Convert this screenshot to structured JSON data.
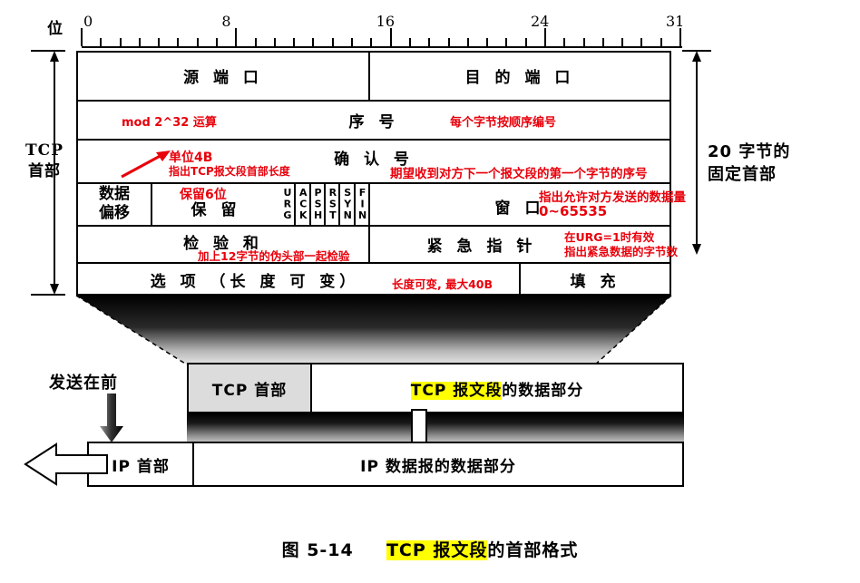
{
  "bit_ruler": {
    "label": "位",
    "ticks": [
      0,
      8,
      16,
      24,
      31
    ]
  },
  "left_bracket": {
    "line1": "TCP",
    "line2": "首部"
  },
  "right_bracket": {
    "line1": "20 字节的",
    "line2": "固定首部"
  },
  "header_rows": [
    {
      "name": "ports",
      "cells": [
        {
          "label": "源 端 口"
        },
        {
          "label": "目 的 端 口"
        }
      ]
    },
    {
      "name": "sequence",
      "cells": [
        {
          "label": "序  号"
        }
      ],
      "annotations": [
        {
          "text": "mod 2^32 运算"
        },
        {
          "text": "每个字节按顺序编号"
        }
      ]
    },
    {
      "name": "acknowledgement",
      "cells": [
        {
          "label": "确  认  号"
        }
      ],
      "annotations": [
        {
          "text": "单位4B"
        },
        {
          "text": "指出TCP报文段首部长度"
        },
        {
          "text": "期望收到对方下一个报文段的第一个字节的序号"
        }
      ]
    },
    {
      "name": "offset-flags-window",
      "cells": [
        {
          "label": "数据\n偏移"
        },
        {
          "label": "保  留"
        },
        {
          "label": "窗  口"
        }
      ],
      "flags": [
        "URG",
        "ACK",
        "PSH",
        "RST",
        "SYN",
        "FIN"
      ],
      "annotations": [
        {
          "text": "保留6位"
        },
        {
          "text": "指出允许对方发送的数据量"
        },
        {
          "text": "0~65535"
        }
      ]
    },
    {
      "name": "checksum-urgent",
      "cells": [
        {
          "label": "检  验  和"
        },
        {
          "label": "紧  急  指  针"
        }
      ],
      "annotations": [
        {
          "text": "加上12字节的伪头部一起检验"
        },
        {
          "text": "在URG=1时有效"
        },
        {
          "text": "指出紧急数据的字节数"
        }
      ]
    },
    {
      "name": "options-padding",
      "cells": [
        {
          "label": "选 项 （长 度 可 变）"
        },
        {
          "label": "填  充"
        }
      ],
      "annotations": [
        {
          "text": "长度可变, 最大40B"
        }
      ]
    }
  ],
  "encapsulation": {
    "send_first_label": "发送在前",
    "tcp_segment": {
      "header_label": "TCP 首部",
      "data_label_highlight": "TCP 报文段",
      "data_label_rest": "的数据部分"
    },
    "ip_datagram": {
      "header_label": "IP 首部",
      "data_label": "IP 数据报的数据部分"
    }
  },
  "caption": {
    "figure_number": "图 5-14",
    "title_highlight": "TCP 报文段",
    "title_rest": "的首部格式"
  },
  "colors": {
    "annotation_red": "#e8000b",
    "highlight_yellow": "#ffff00",
    "shade_gray": "#d8d8d8"
  }
}
